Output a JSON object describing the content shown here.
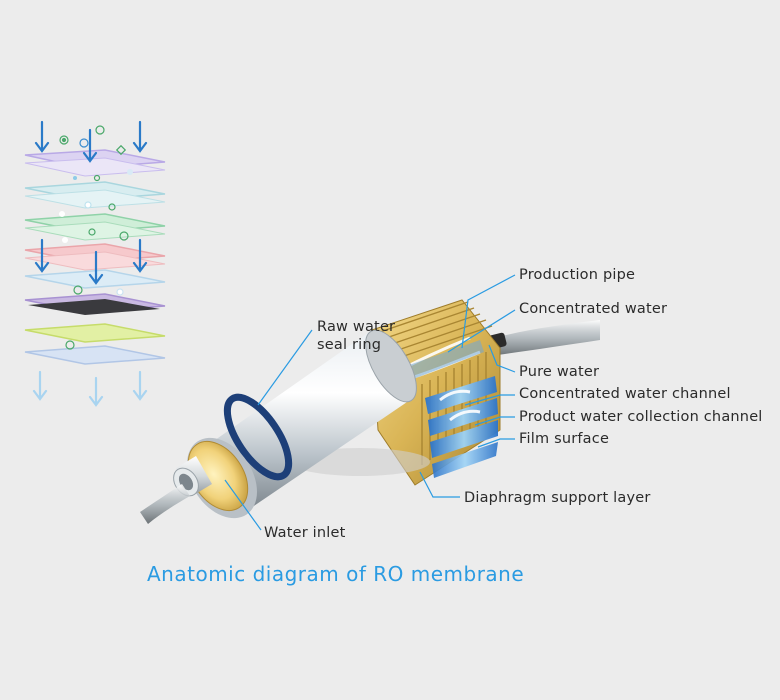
{
  "caption": "Anatomic diagram of RO membrane",
  "labels": {
    "raw_water_seal_ring_line1": "Raw water",
    "raw_water_seal_ring_line2": "seal ring",
    "production_pipe": "Production pipe",
    "concentrated_water": "Concentrated water",
    "pure_water": "Pure water",
    "concentrated_water_channel": "Concentrated water channel",
    "product_water_collection_channel": "Product water collection channel",
    "film_surface": "Film surface",
    "diaphragm_support_layer": "Diaphragm support layer",
    "water_inlet": "Water inlet"
  },
  "colors": {
    "caption": "#2a9be2",
    "leader_line": "#2a9be2",
    "arrow_in": "#2a7ac8",
    "arrow_out": "#a9d4f0"
  }
}
